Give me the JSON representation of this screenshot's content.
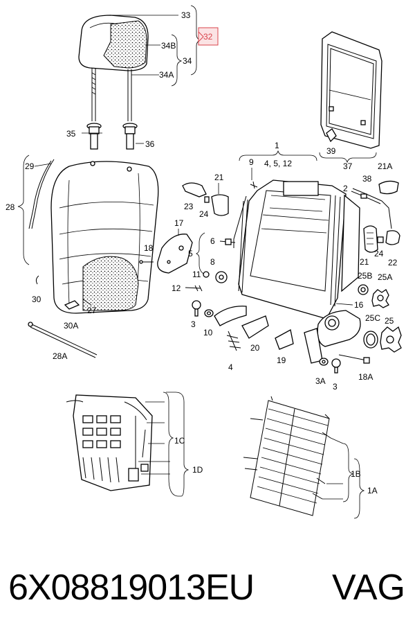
{
  "callouts": {
    "c33": "33",
    "c32": "32",
    "c34B": "34B",
    "c34": "34",
    "c34A": "34A",
    "c35": "35",
    "c36": "36",
    "c29": "29",
    "c28": "28",
    "c30": "30",
    "c27": "27",
    "c30A": "30A",
    "c28A": "28A",
    "c1": "1",
    "c4512": "4, 5, 12",
    "c9": "9",
    "c2": "2",
    "c21top": "21",
    "c23": "23",
    "c24left": "24",
    "c17": "17",
    "c18": "18",
    "c5": "5",
    "c6": "6",
    "c8": "8",
    "c11": "11",
    "c12": "12",
    "c3left": "3",
    "c10": "10",
    "c4": "4",
    "c20": "20",
    "c19": "19",
    "c16": "16",
    "c3A": "3A",
    "c3right": "3",
    "c18A": "18A",
    "c38": "38",
    "c21A": "21A",
    "c21right": "21",
    "c24right": "24",
    "c22": "22",
    "c25B": "25B",
    "c25A": "25A",
    "c25C": "25C",
    "c25": "25",
    "c39": "39",
    "c37": "37",
    "c1C": "1C",
    "c1D": "1D",
    "c1B": "1B",
    "c1A": "1A"
  },
  "highlight_color": "#d9434b",
  "highlight_fill": "#fbe3e4",
  "footer": {
    "part_number": "6X08819013EU",
    "brand": "VAG"
  }
}
